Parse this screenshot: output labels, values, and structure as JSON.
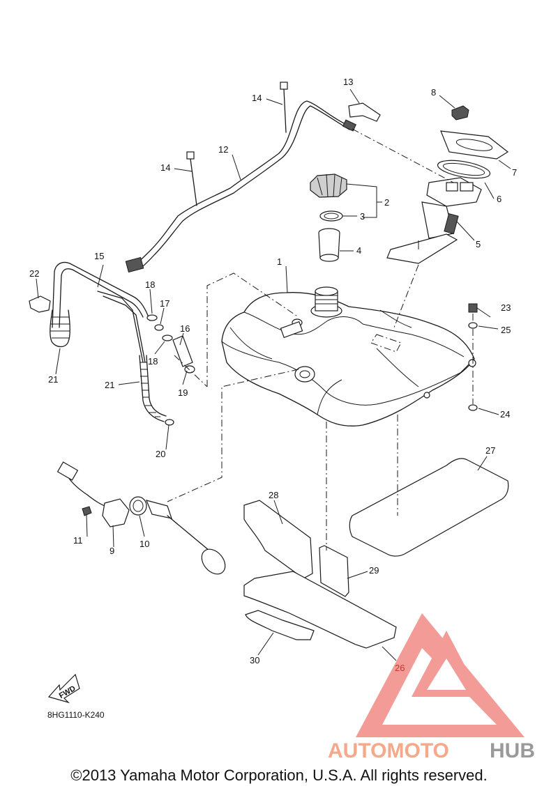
{
  "part_labels": {
    "p1": "1",
    "p2": "2",
    "p3": "3",
    "p4": "4",
    "p5": "5",
    "p6": "6",
    "p7": "7",
    "p8": "8",
    "p9": "9",
    "p10": "10",
    "p11": "11",
    "p12": "12",
    "p13": "13",
    "p14a": "14",
    "p14b": "14",
    "p15": "15",
    "p16": "16",
    "p17": "17",
    "p18a": "18",
    "p18b": "18",
    "p19": "19",
    "p20": "20",
    "p21a": "21",
    "p21b": "21",
    "p22": "22",
    "p23": "23",
    "p24": "24",
    "p25": "25",
    "p26": "26",
    "p27": "27",
    "p28": "28",
    "p29": "29",
    "p30": "30"
  },
  "fwd_label": "FWD",
  "diagram_code": "8HG1110-K240",
  "watermark": {
    "prefix": "AUTOMOTO",
    "suffix": "HUB",
    "prefix_color": "#f5a98a",
    "suffix_color": "#9a9a9a",
    "logo_color": "#f08a86"
  },
  "copyright": "©2013 Yamaha Motor Corporation, U.S.A. All rights reserved.",
  "highlight_color": "#c0392b"
}
